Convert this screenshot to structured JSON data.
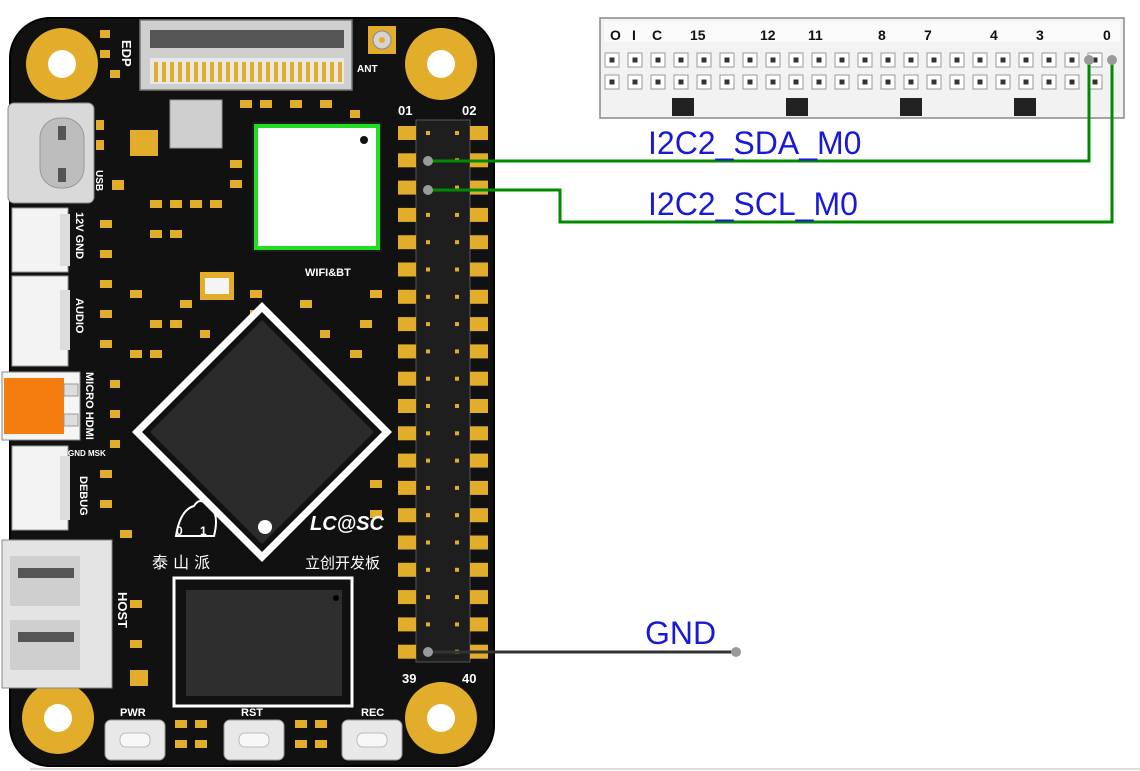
{
  "board": {
    "connectors": {
      "edp": "EDP",
      "ant": "ANT",
      "usb": "USB",
      "power": "12V GND",
      "audio": "AUDIO",
      "hdmi": "MICRO HDMI",
      "gnd_msk": "GND MSK",
      "debug": "DEBUG",
      "host": "HOST"
    },
    "wifi_label": "WIFI&BT",
    "header_pins": {
      "top_left": "01",
      "top_right": "02",
      "bottom_left": "39",
      "bottom_right": "40"
    },
    "logos": {
      "taishan": "泰 山 派",
      "lcsc": "LC@SC",
      "lcsc_sub": "立创开发板"
    },
    "buttons": {
      "pwr": "PWR",
      "rst": "RST",
      "rec": "REC"
    }
  },
  "connector": {
    "labels": [
      "O",
      "I",
      "C",
      "15",
      "12",
      "11",
      "8",
      "7",
      "4",
      "3",
      "0"
    ]
  },
  "signals": {
    "sda": "I2C2_SDA_M0",
    "scl": "I2C2_SCL_M0",
    "gnd": "GND"
  },
  "colors": {
    "pcb": "#111111",
    "gold": "#e2ad2a",
    "wire_green": "#008a00",
    "wire_gnd": "#333333",
    "label_blue": "#1a1ad6",
    "hdmi_orange": "#f57c0f",
    "wifi_green": "#22dd22"
  }
}
